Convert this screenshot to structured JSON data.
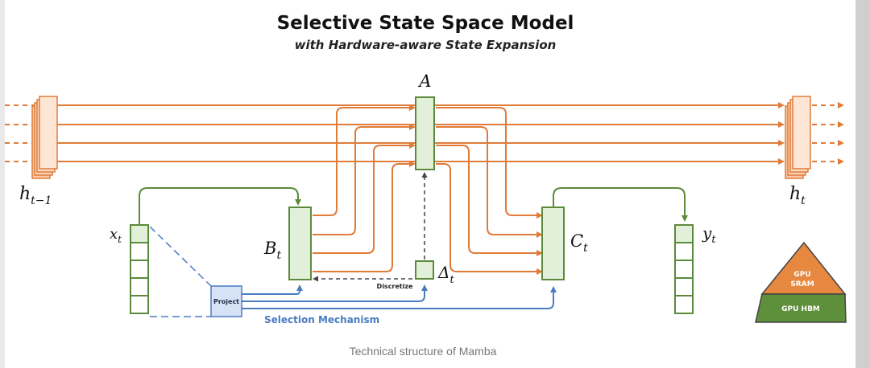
{
  "diagram": {
    "title": "Selective State Space Model",
    "subtitle": "with Hardware-aware State Expansion",
    "labels": {
      "A": "A",
      "h_prev_main": "h",
      "h_prev_sub": "t−1",
      "h_t_main": "h",
      "h_t_sub": "t",
      "x_main": "x",
      "x_sub": "t",
      "B_main": "B",
      "B_sub": "t",
      "C_main": "C",
      "C_sub": "t",
      "y_main": "y",
      "y_sub": "t",
      "delta_main": "Δ",
      "delta_sub": "t",
      "discretize": "Discretize",
      "project": "Project",
      "selection": "Selection Mechanism"
    },
    "legend": {
      "sram_line1": "GPU",
      "sram_line2": "SRAM",
      "hbm": "GPU HBM"
    },
    "colors": {
      "orange": "#e07b39",
      "orange_fill": "#fbd9c2",
      "green": "#5c8a3c",
      "green_fill": "#e2efd9",
      "blue": "#4a7cc2",
      "blue_fill": "#d6e2f5",
      "sram": "#e6883f",
      "hbm": "#5e8f3a"
    }
  },
  "caption": "Technical structure of Mamba"
}
